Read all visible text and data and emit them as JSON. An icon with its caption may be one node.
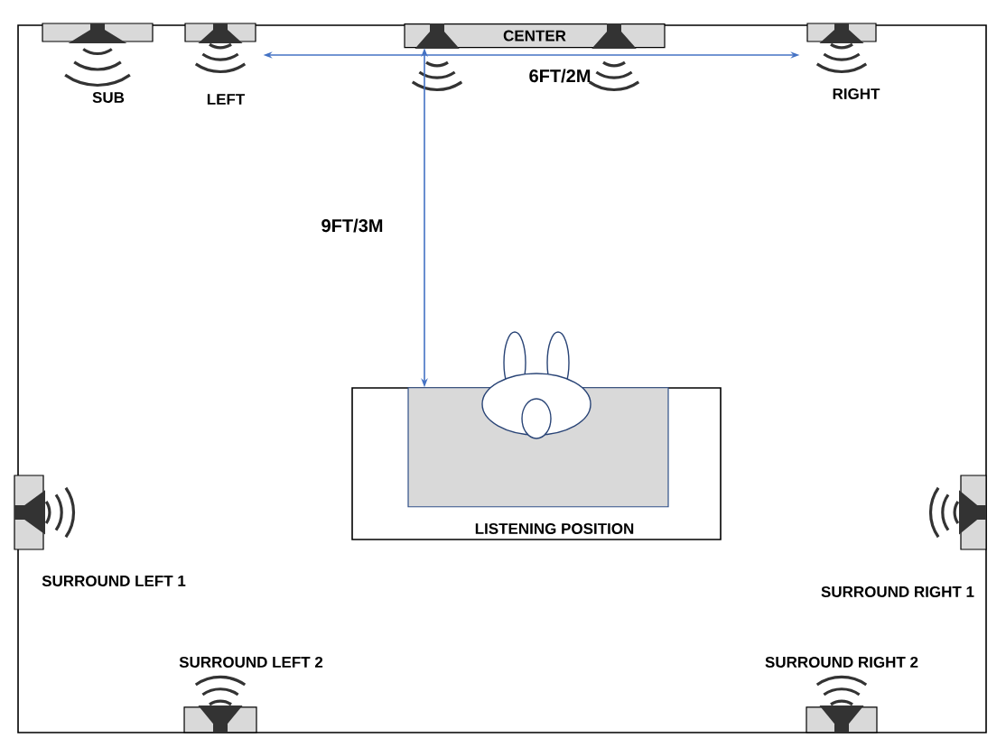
{
  "diagram": {
    "nodes": [
      {
        "text": [
          "SUB"
        ]
      },
      {
        "text": [
          "LEFT"
        ]
      },
      {
        "text": [
          "CENTER"
        ]
      },
      {
        "text": [
          "RIGHT"
        ]
      },
      {
        "text": [
          "LISTENING POSITION"
        ]
      },
      {
        "text": [],
        "shape": "box",
        "in": 4
      },
      {
        "text": [
          "SURROUND LEFT 1"
        ]
      },
      {
        "text": [
          "SURROUND RIGHT 1"
        ]
      },
      {
        "text": [
          "SURROUND LEFT 2"
        ]
      },
      {
        "text": [
          "SURROUND RIGHT 2"
        ]
      }
    ],
    "edges": [
      {
        "from": 1,
        "to": 3,
        "arrow": "both",
        "label": "6FT/2M"
      },
      {
        "from": 2,
        "to": 5,
        "arrow": "both",
        "label": "9FT/3M"
      }
    ]
  }
}
